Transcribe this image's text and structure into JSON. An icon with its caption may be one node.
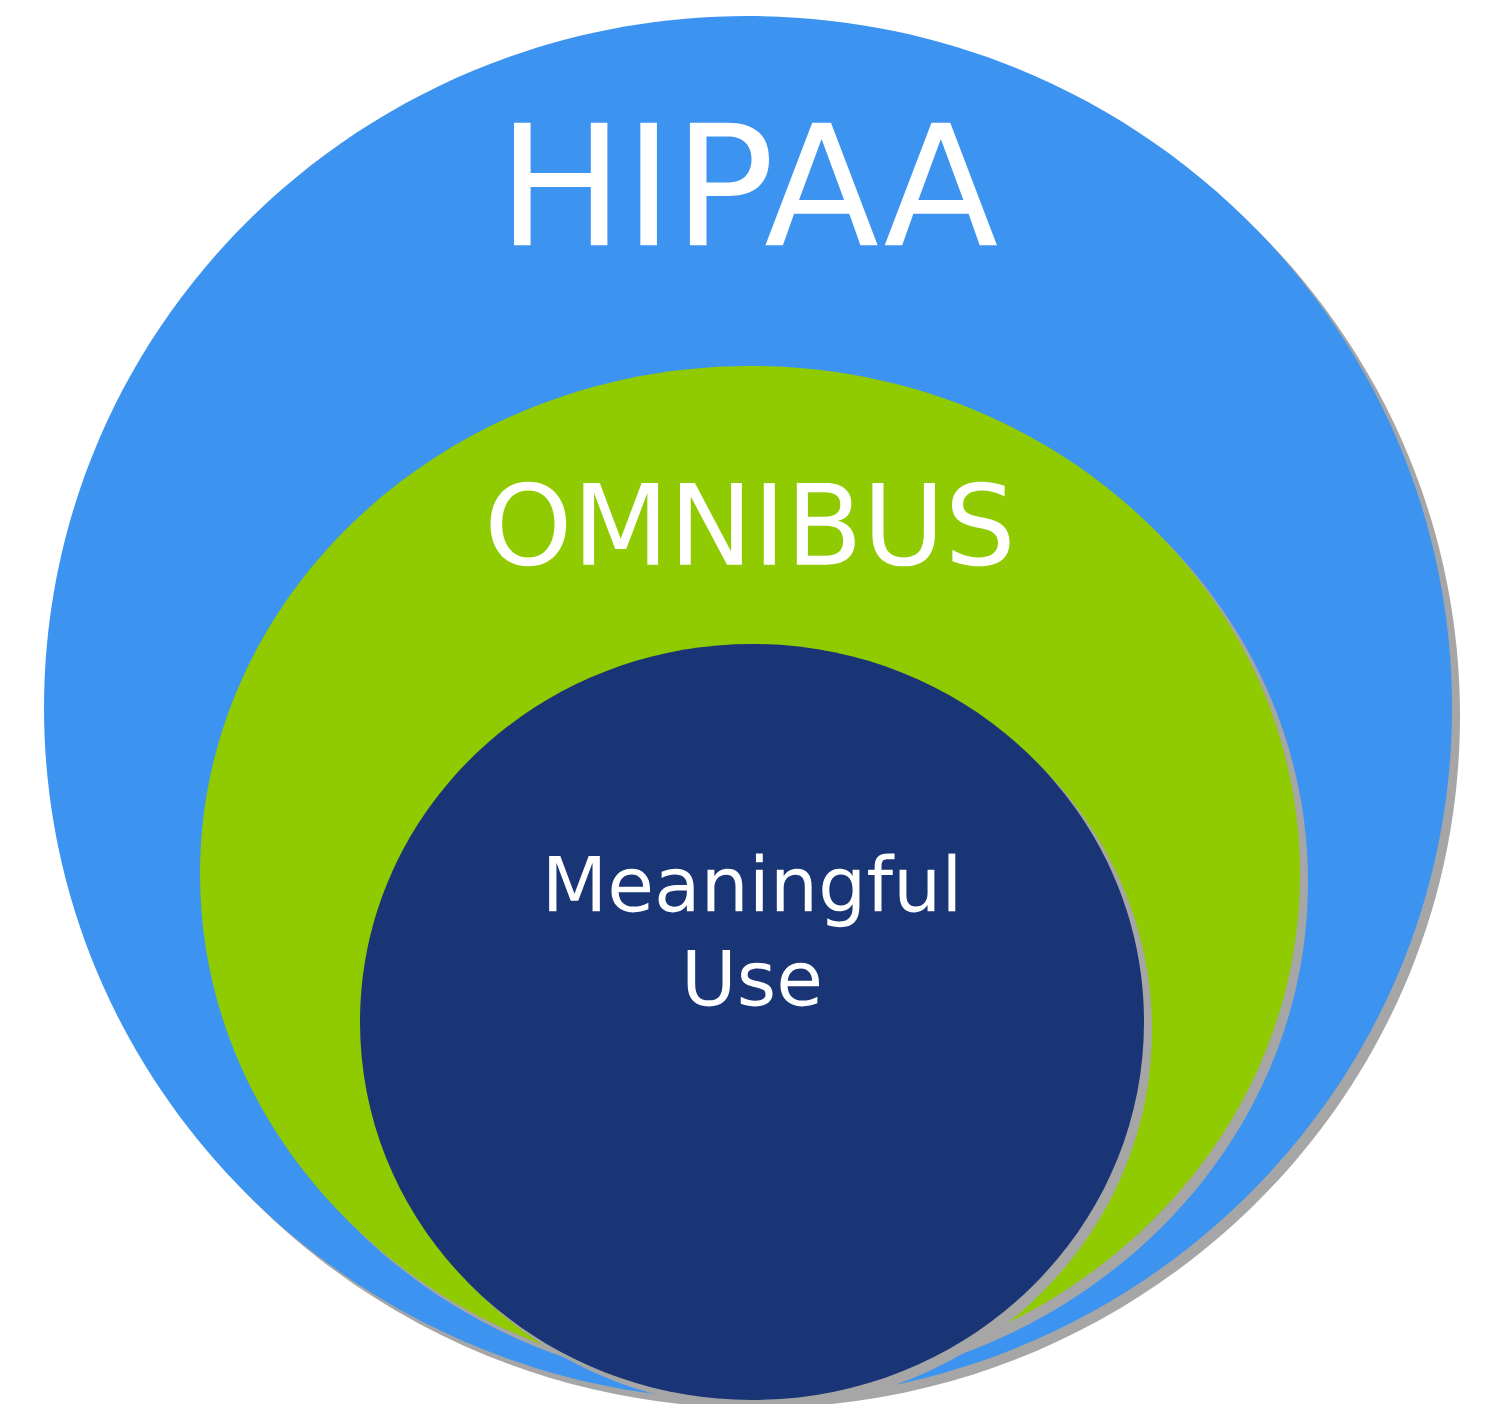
{
  "diagram": {
    "nodes": [
      {
        "text": [
          "HIPAA"
        ]
      },
      {
        "text": [
          "OMNIBUS"
        ],
        "in": 0
      },
      {
        "text": [
          "Meaningful Use"
        ],
        "in": 1
      }
    ]
  }
}
